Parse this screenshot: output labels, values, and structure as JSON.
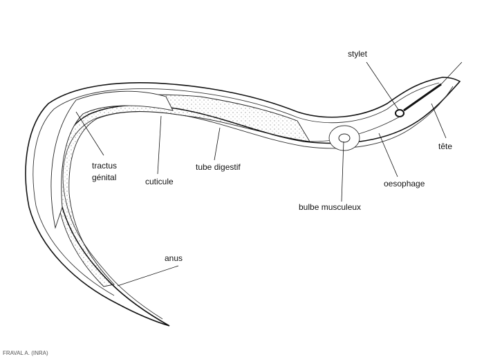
{
  "labels": {
    "stylet": "stylet",
    "tete": "tête",
    "oesophage": "oesophage",
    "bulbe": "bulbe musculeux",
    "tube": "tube digestif",
    "cuticule": "cuticule",
    "tractus_1": "tractus",
    "tractus_2": "génital",
    "anus": "anus"
  },
  "credit": "FRAVAL A. (INRA)"
}
